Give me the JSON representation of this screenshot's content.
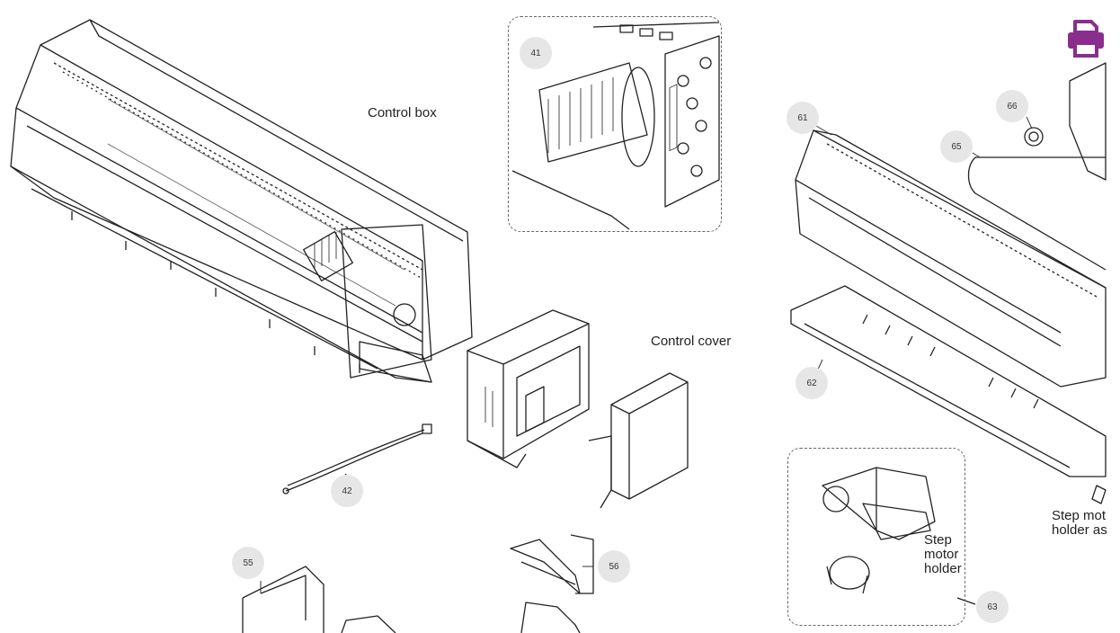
{
  "labels": {
    "control_box": "Control box",
    "control_cover": "Control cover",
    "step_motor_holder": [
      "Step",
      "motor",
      "holder"
    ],
    "step_motor_holder_assy": [
      "Step mot",
      "holder as"
    ]
  },
  "callouts": [
    "41",
    "42",
    "55",
    "56",
    "61",
    "62",
    "63",
    "65",
    "66"
  ],
  "icons": {
    "print": "print-icon"
  },
  "colors": {
    "print_icon": "#8a2e8e",
    "callout_bg": "#e6e6e6"
  }
}
